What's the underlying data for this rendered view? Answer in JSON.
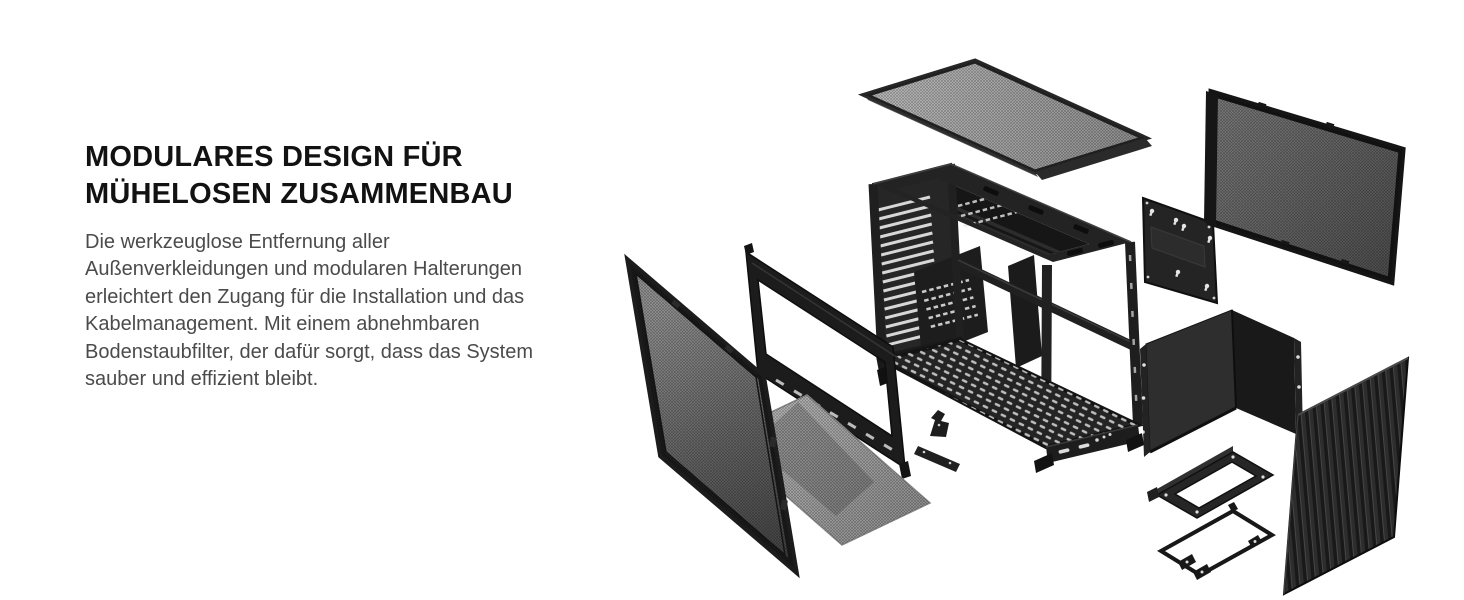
{
  "intro": {
    "heading_lines": [
      "MODULARES DESIGN FÜR",
      "MÜHELOSEN ZUSAMMENBAU"
    ],
    "body_lines": [
      "Die werkzeuglose Entfernung aller",
      "Außenverkleidungen und modularen Halterungen",
      "erleichtert den Zugang für die Installation und das",
      "Kabelmanagement. Mit einem abnehmbaren",
      "Bodenstaubfilter, der dafür sorgt, dass das System",
      "sauber und effizient bleibt."
    ]
  },
  "colors": {
    "background": "#ffffff",
    "heading_text": "#121212",
    "body_text": "#4b4b4b",
    "case_black": "#1f1f1f",
    "mesh_light_gray": "#a8a8a8",
    "mesh_dark_gray": "#4a4a4a"
  }
}
